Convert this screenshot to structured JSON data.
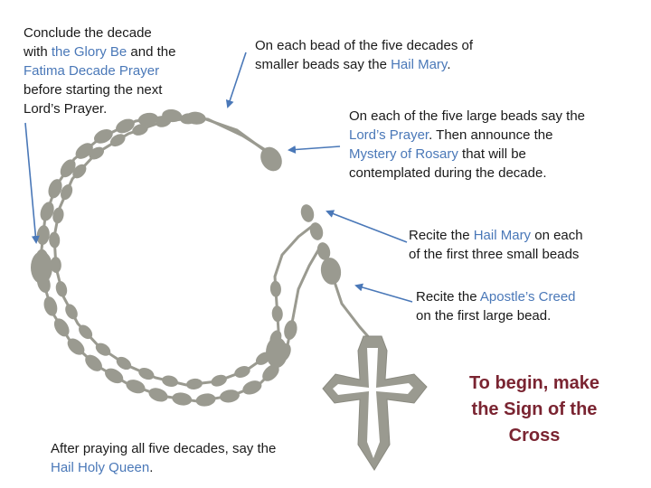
{
  "colors": {
    "bead": "#9a9a90",
    "arrow": "#4a78b8",
    "highlight": "#4a78b8",
    "heading": "#7a2431"
  },
  "notes": {
    "conclude": {
      "l1": "Conclude the decade",
      "l2_a": "with ",
      "l2_b": "the Glory Be",
      "l2_c": " and the",
      "l3": "Fatima Decade Prayer",
      "l4": "before starting the next",
      "l5": "Lord’s Prayer."
    },
    "each_small": {
      "l1": "On each bead of the five decades of",
      "l2_a": "smaller beads say the ",
      "l2_b": "Hail Mary",
      "l2_c": "."
    },
    "each_large": {
      "l1": "On each of the five large beads say the",
      "l2_a": "Lord’s Prayer",
      "l2_b": ".  Then announce the",
      "l3_a": "Mystery of Rosary",
      "l3_b": " that will be",
      "l4": "contemplated during the decade."
    },
    "first_three": {
      "l1_a": "Recite the ",
      "l1_b": "Hail Mary",
      "l1_c": " on each",
      "l2": "of the first three small beads"
    },
    "creed": {
      "l1_a": "Recite the ",
      "l1_b": "Apostle’s Creed",
      "l2": "on the first large bead."
    },
    "after": {
      "l1": "After praying all five decades,  say the",
      "l2": "Hail Holy Queen",
      "l2_end": "."
    },
    "begin": {
      "l1": "To begin, make",
      "l2": "the Sign of the",
      "l3": "Cross"
    }
  }
}
